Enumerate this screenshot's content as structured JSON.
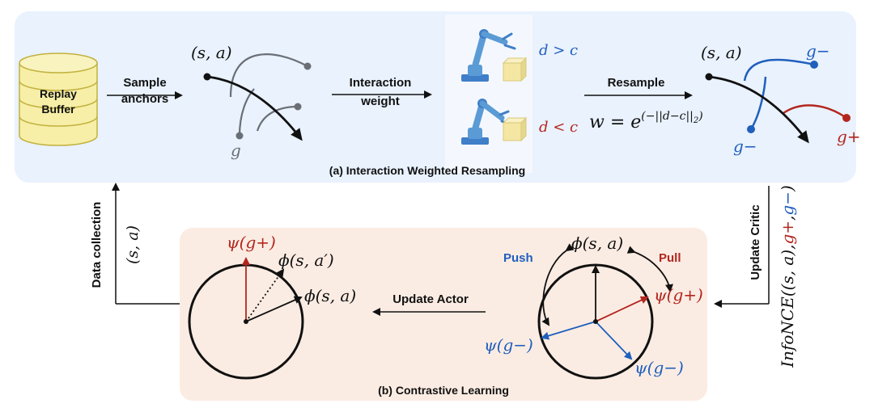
{
  "colors": {
    "panel_a": "#e9f2fd",
    "panel_b": "#fbece3",
    "buffer": "#f7efa7",
    "buffer_stroke": "#c2b23f",
    "blue": "#1f5fbd",
    "red": "#b3261e",
    "gray": "#6b6f75",
    "black": "#111111",
    "cube": "#f4e7a3",
    "robot": "#5b9bd5"
  },
  "icons": {
    "buffer": "database-cylinder-icon",
    "robot": "robot-arm-icon"
  },
  "top": {
    "buffer_line1": "Replay",
    "buffer_line2": "Buffer",
    "sample_line1": "Sample",
    "sample_line2": "anchors",
    "sa_label": "(s, a)",
    "g_label": "g",
    "interaction_line1": "Interaction",
    "interaction_line2": "weight",
    "d_gt_c": "d > c",
    "d_lt_c": "d < c",
    "resample": "Resample",
    "weight_w": "w = e",
    "weight_exp": "(−||d−c||",
    "weight_sub": "2",
    "weight_close": ")",
    "sa_label2": "(s, a)",
    "g_minus": "g−",
    "g_minus2": "g−",
    "g_plus": "g+",
    "caption": "(a) Interaction Weighted Resampling"
  },
  "bottom": {
    "data_collection": "Data collection",
    "sa_vertical": "(s, a)",
    "psi_gplus": "ψ(g+)",
    "phi_sa_prime": "ϕ(s, a′)",
    "phi_sa": "ϕ(s, a)",
    "update_actor": "Update Actor",
    "push": "Push",
    "pull": "Pull",
    "phi_sa_right": "ϕ(s, a)",
    "psi_gplus_right": "ψ(g+)",
    "psi_gminus_left": "ψ(g−)",
    "psi_gminus_right": "ψ(g−)",
    "update_critic": "Update Critic",
    "infonce_prefix": "InfoNCE((s, a),",
    "infonce_gplus": "g+",
    "infonce_comma": ",",
    "infonce_gminus": "g−",
    "infonce_suffix": ")",
    "caption": "(b) Contrastive Learning"
  }
}
